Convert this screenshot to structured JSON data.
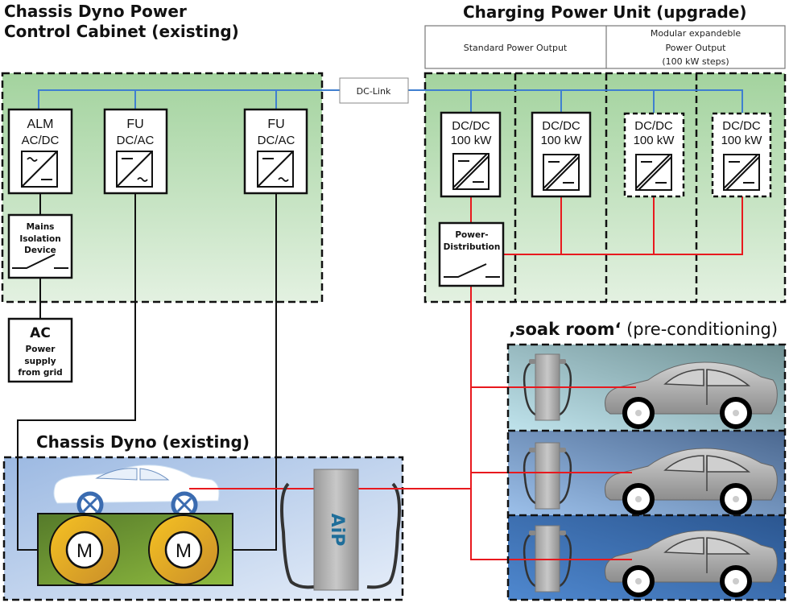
{
  "titles": {
    "cabinet_line1": "Chassis Dyno Power",
    "cabinet_line2": "Control Cabinet (existing)",
    "charging_unit": "Charging Power Unit (upgrade)",
    "chassis_dyno": "Chassis Dyno (existing)",
    "soak_room_bold": "‚soak room‘",
    "soak_room_normal": " (pre-conditioning)"
  },
  "header_table": {
    "standard": "Standard Power Output",
    "modular_line1": "Modular expandeble",
    "modular_line2": "Power Output",
    "modular_line3": "(100 kW steps)"
  },
  "dc_link": "DC-Link",
  "cabinet": {
    "alm": {
      "line1": "ALM",
      "line2": "AC/DC"
    },
    "fu1": {
      "line1": "FU",
      "line2": "DC/AC"
    },
    "fu2": {
      "line1": "FU",
      "line2": "DC/AC"
    },
    "mains": {
      "line1": "Mains",
      "line2": "Isolation",
      "line3": "Device"
    },
    "ac_supply": {
      "line1": "AC",
      "line2": "Power",
      "line3": "supply",
      "line4": "from grid"
    }
  },
  "converters": [
    {
      "line1": "DC/DC",
      "line2": "100 kW",
      "style": "solid"
    },
    {
      "line1": "DC/DC",
      "line2": "100 kW",
      "style": "solid"
    },
    {
      "line1": "DC/DC",
      "line2": "100 kW",
      "style": "dashed"
    },
    {
      "line1": "DC/DC",
      "line2": "100 kW",
      "style": "dashed"
    }
  ],
  "power_distribution": {
    "line1": "Power-",
    "line2": "Distribution"
  },
  "motors": [
    "M",
    "M"
  ],
  "charger_brand": "AiP",
  "colors": {
    "dc_link": "#3f7fd0",
    "charging_line": "#e8191e",
    "cabinet_green": "#a5d5a0",
    "motor_yellow": "#f0b830"
  }
}
